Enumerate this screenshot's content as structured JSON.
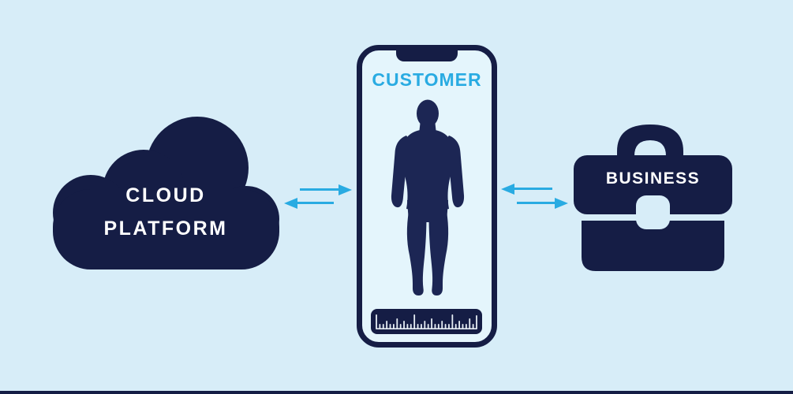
{
  "diagram": {
    "title": "cloud-platform-customer-business-diagram",
    "colors": {
      "background": "#d7edf8",
      "navy": "#151d45",
      "figure_navy": "#1c2654",
      "accent_cyan": "#29abe2",
      "text_white": "#ffffff",
      "phone_screen": "#e4f5fc",
      "tick_color": "#e6edf4"
    },
    "cloud": {
      "label_line1": "CLOUD",
      "label_line2": "PLATFORM"
    },
    "phone": {
      "label": "CUSTOMER",
      "ruler_ticks": [
        19,
        7,
        7,
        11,
        7,
        7,
        14,
        7,
        11,
        7,
        7,
        19,
        7,
        7,
        11,
        7,
        14,
        7,
        7,
        11,
        7,
        7,
        19,
        7,
        11,
        7,
        7,
        14,
        7,
        18
      ]
    },
    "briefcase": {
      "label": "BUSINESS"
    }
  }
}
